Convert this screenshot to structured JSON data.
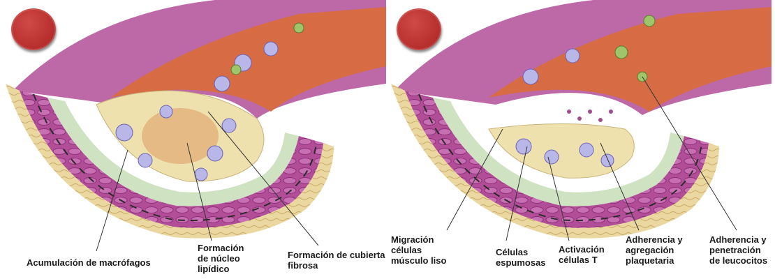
{
  "panels": [
    {
      "labels": [
        "Acumulación de macrófagos",
        "Formación\nde núcleo\nlipídico",
        "Formación de cubierta\nfibrosa"
      ]
    },
    {
      "labels": [
        "Migración\ncélulas\nmúsculo liso",
        "Células\nespumosas",
        "Activación\ncélulas T",
        "Adherencia y\nagregación\nplaquetaria",
        "Adherencia y\npenetración\nde leucocitos"
      ]
    }
  ],
  "colors": {
    "badge": "#c13c3b",
    "adventitia": "#e8d59a",
    "media": "#b04c97",
    "intima": "#c9e0c2",
    "lumen": "#d86a45",
    "plaque": "#efe2b0"
  }
}
